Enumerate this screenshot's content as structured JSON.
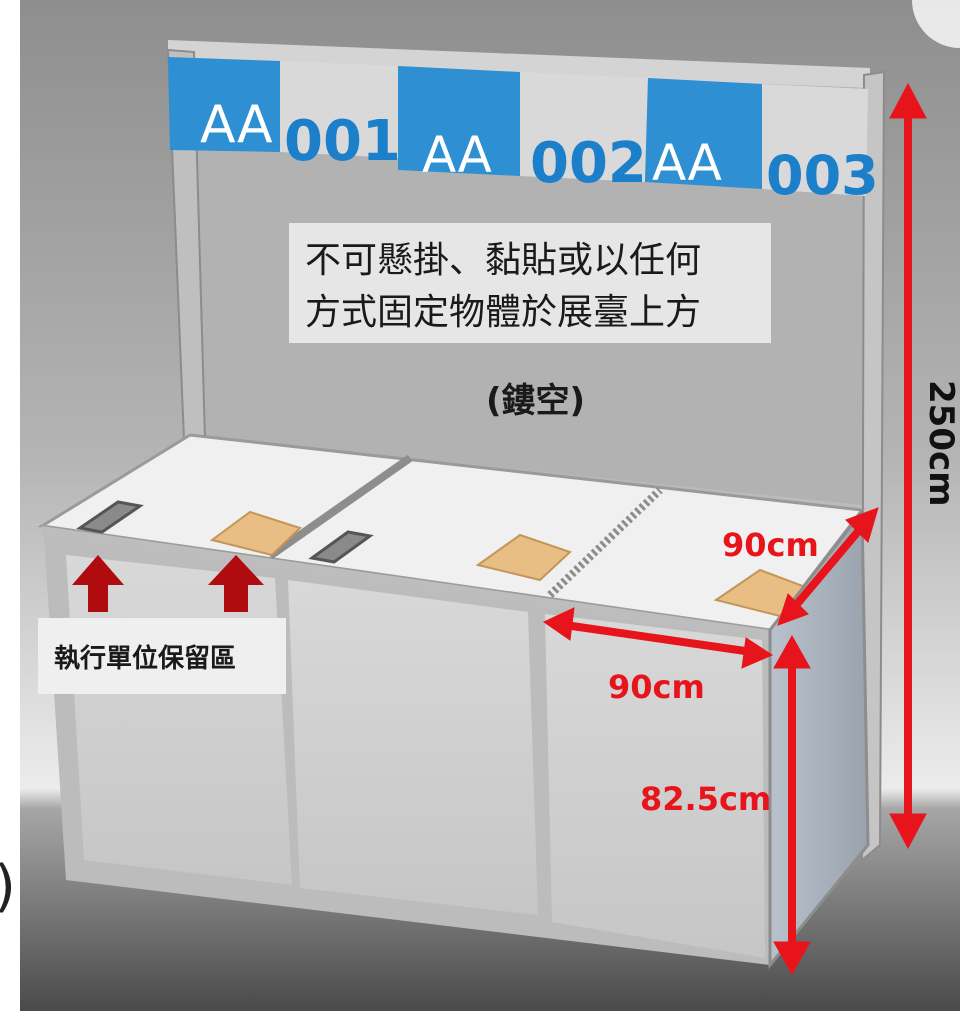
{
  "booths": [
    {
      "prefix": "AA",
      "number": "001"
    },
    {
      "prefix": "AA",
      "number": "002"
    },
    {
      "prefix": "AA",
      "number": "003"
    }
  ],
  "notice": {
    "line1": "不可懸掛、黏貼或以任何",
    "line2": "方式固定物體於展臺上方"
  },
  "hollow_label": "(鏤空)",
  "reserved_label": "執行單位保留區",
  "dimensions": {
    "height_total": "250cm",
    "depth": "90cm",
    "width": "90cm",
    "counter_height": "82.5cm"
  },
  "colors": {
    "accent_red": "#e8141b",
    "dark_red": "#b00c10",
    "sign_blue": "#2e8fd3",
    "sign_number_blue": "#1b7fca"
  },
  "edge_glyph": ")"
}
